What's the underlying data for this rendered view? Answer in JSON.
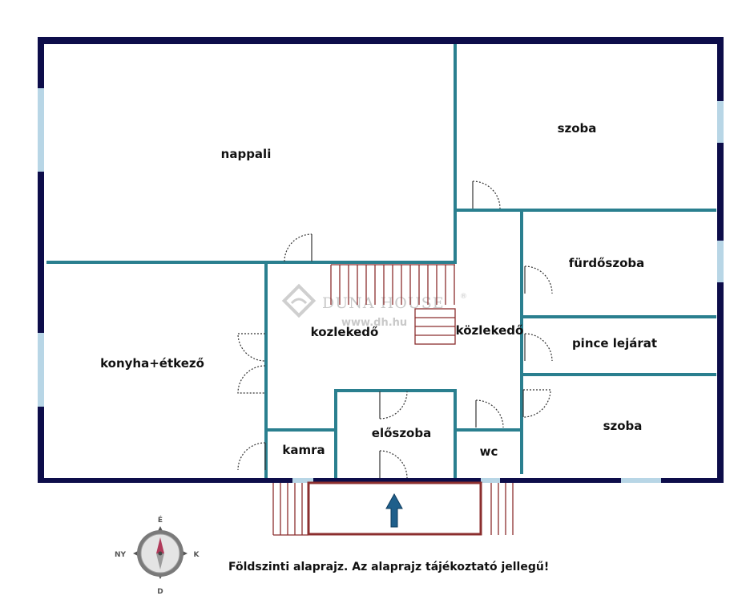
{
  "rooms": {
    "nappali": "nappali",
    "szoba_top": "szoba",
    "furdoszoba": "fürdőszoba",
    "pince": "pince lejárat",
    "szoba_bottom": "szoba",
    "konyha": "konyha+étkező",
    "kozlekedo_left": "kozlekedő",
    "kozlekedo_right": "közlekedő",
    "kamra": "kamra",
    "eloszoba": "előszoba",
    "wc": "wc"
  },
  "logo": {
    "name": "DUNA HOUSE",
    "registered": "®",
    "url": "www.dh.hu"
  },
  "compass": {
    "north": "É",
    "south": "D",
    "east": "K",
    "west": "NY"
  },
  "caption": "Földszinti alaprajz. Az alaprajz tájékoztató jellegű!",
  "colors": {
    "outer_wall": "#0d0d4a",
    "inner_wall": "#2a7f8f",
    "window": "#b8d6e6",
    "stairs": "#8b2e2e",
    "entry_arrow": "#1f5f8b"
  }
}
